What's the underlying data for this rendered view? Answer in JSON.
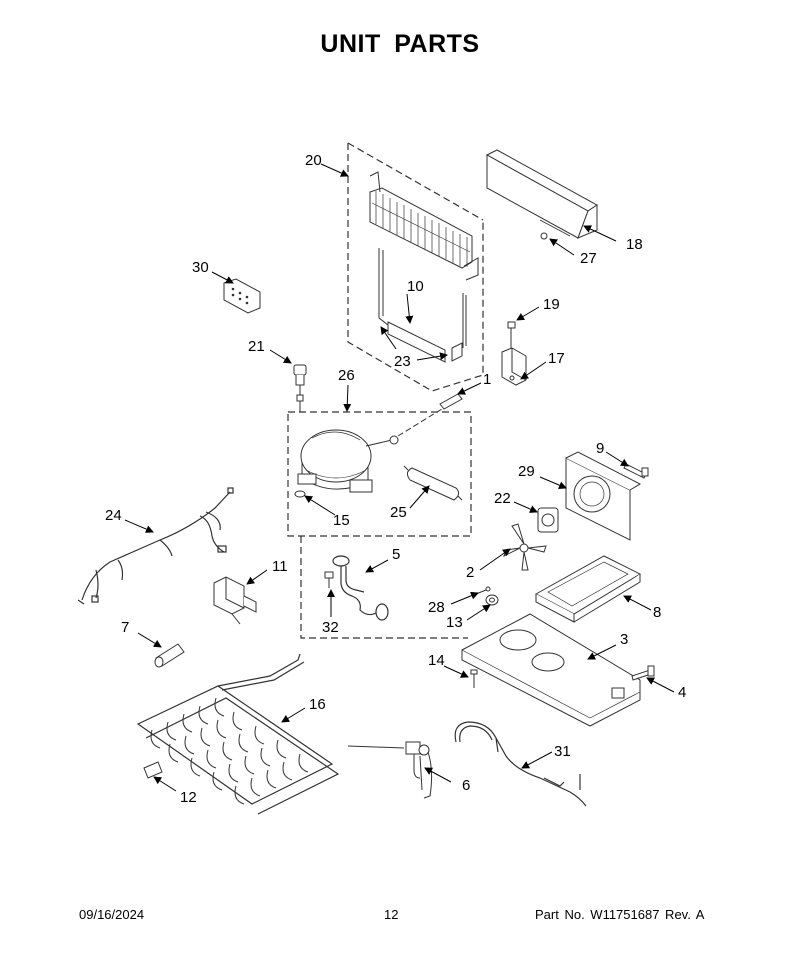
{
  "title": "UNIT PARTS",
  "footer": {
    "date": "09/16/2024",
    "page": "12",
    "part_number": "Part No.  W11751687  Rev.  A"
  },
  "callouts": {
    "c1": "1",
    "c2": "2",
    "c3": "3",
    "c4": "4",
    "c5": "5",
    "c6": "6",
    "c7": "7",
    "c8": "8",
    "c9": "9",
    "c10": "10",
    "c11": "11",
    "c12": "12",
    "c13": "13",
    "c14": "14",
    "c15": "15",
    "c16": "16",
    "c17": "17",
    "c18": "18",
    "c19": "19",
    "c20": "20",
    "c21": "21",
    "c22": "22",
    "c23": "23",
    "c24": "24",
    "c25": "25",
    "c26": "26",
    "c27": "27",
    "c28": "28",
    "c29": "29",
    "c30": "30",
    "c31": "31",
    "c32": "32"
  }
}
